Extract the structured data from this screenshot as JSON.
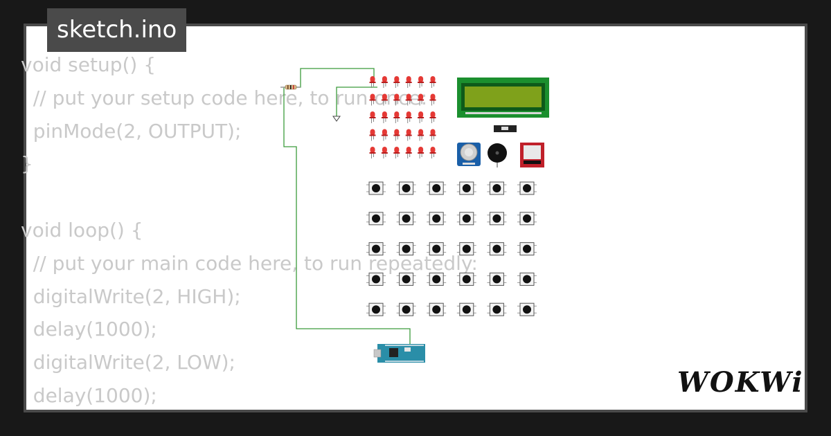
{
  "sketch": {
    "filename": "sketch.ino"
  },
  "code": {
    "lines": [
      "void setup() {",
      "  // put your setup code here, to run once:",
      "  pinMode(2, OUTPUT);",
      "}",
      "",
      "void loop() {",
      "  // put your main code here, to run repeatedly:",
      "  digitalWrite(2, HIGH);",
      "  delay(1000);",
      "  digitalWrite(2, LOW);",
      "  delay(1000);"
    ]
  },
  "diagram": {
    "led_grid": {
      "rows": 5,
      "cols": 6,
      "color": "#e53935"
    },
    "button_grid": {
      "rows": 5,
      "cols": 6
    },
    "lcd": {
      "body_color": "#1b8f2e",
      "screen_color": "#7fa11b"
    },
    "wire_color": "#3b9b3b"
  },
  "brand": {
    "logo_text": "WOKWi"
  },
  "colors": {
    "background": "#181818",
    "card": "#ffffff",
    "frame": "#4a4a4a",
    "code_text": "#c9c9c9"
  }
}
